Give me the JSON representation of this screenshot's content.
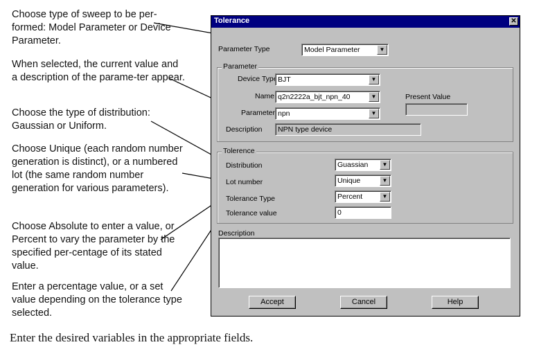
{
  "notes": [
    "Choose type of sweep to be per-formed: Model Parameter or Device Parameter.",
    "When selected, the current value and a description of the parame-ter appear.",
    "Choose the type of distribution: Gaussian or Uniform.",
    "Choose Unique (each random number generation is distinct), or a numbered lot (the same random number generation for various parameters).",
    "Choose Absolute to enter a value, or Percent to vary the parameter by the specified per-centage of its stated value.",
    "Enter a percentage value, or a set value depending on the tolerance type selected."
  ],
  "caption": "Enter the desired variables in the appropriate fields.",
  "dialog": {
    "title": "Tolerance",
    "close_glyph": "✕",
    "parameter_type": {
      "label": "Parameter Type",
      "value": "Model Parameter"
    },
    "parameter_group": {
      "title": "Parameter",
      "device_type": {
        "label": "Device Type",
        "value": "BJT"
      },
      "name": {
        "label": "Name",
        "value": "q2n2222a_bjt_npn_40"
      },
      "parameter": {
        "label": "Parameter",
        "value": "npn"
      },
      "present_value": {
        "label": "Present Value",
        "value": ""
      },
      "description": {
        "label": "Description",
        "value": "NPN type device"
      }
    },
    "tolerance_group": {
      "title": "Tolerence",
      "distribution": {
        "label": "Distribution",
        "value": "Guassian"
      },
      "lot_number": {
        "label": "Lot number",
        "value": "Unique"
      },
      "tolerance_type": {
        "label": "Tolerance Type",
        "value": "Percent"
      },
      "tolerance_value": {
        "label": "Tolerance value",
        "value": "0"
      }
    },
    "description_label": "Description",
    "buttons": {
      "accept": "Accept",
      "cancel": "Cancel",
      "help": "Help"
    }
  }
}
